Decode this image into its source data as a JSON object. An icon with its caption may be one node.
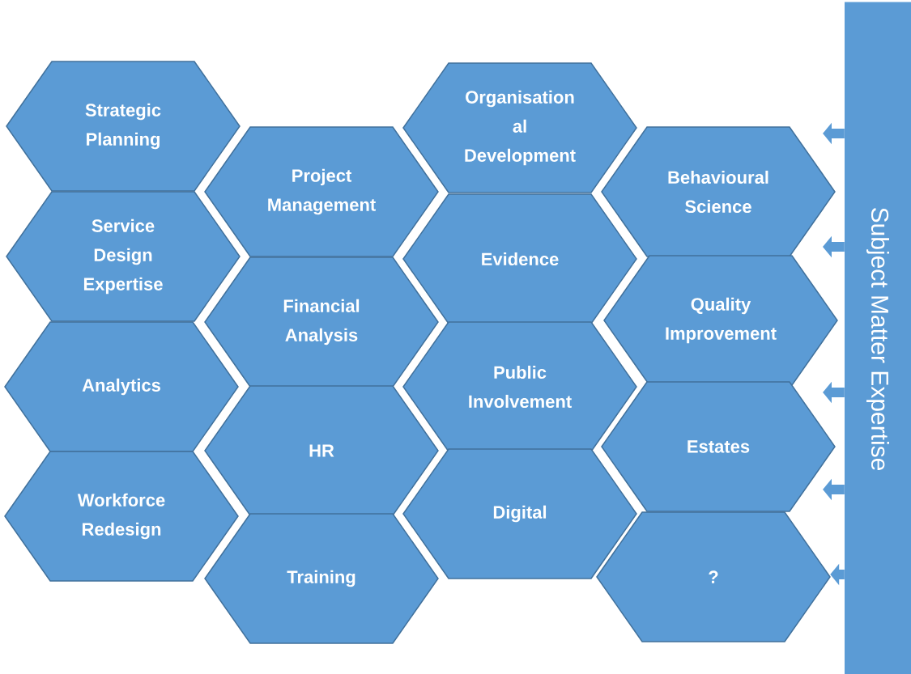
{
  "diagram": {
    "nodes": [
      {
        "text": [
          "Strategic Planning"
        ]
      },
      {
        "text": [
          "Service Design Expertise"
        ]
      },
      {
        "text": [
          "Analytics"
        ]
      },
      {
        "text": [
          "Workforce Redesign"
        ]
      },
      {
        "text": [
          "Project Management"
        ]
      },
      {
        "text": [
          "Financial Analysis"
        ]
      },
      {
        "text": [
          "HR"
        ]
      },
      {
        "text": [
          "Training"
        ]
      },
      {
        "text": [
          "Organisation al Development"
        ]
      },
      {
        "text": [
          "Evidence"
        ]
      },
      {
        "text": [
          "Public Involvement"
        ]
      },
      {
        "text": [
          "Digital"
        ]
      },
      {
        "text": [
          "Behavioural Science"
        ]
      },
      {
        "text": [
          "Quality Improvement"
        ]
      },
      {
        "text": [
          "Estates"
        ]
      },
      {
        "text": [
          "?"
        ]
      },
      {
        "text": [
          "Subject Matter Expertise"
        ]
      }
    ],
    "edges": [
      {
        "from": 16,
        "to": null,
        "arrow": "to"
      },
      {
        "from": 16,
        "to": null,
        "arrow": "to"
      },
      {
        "from": 16,
        "to": null,
        "arrow": "to"
      },
      {
        "from": 16,
        "to": null,
        "arrow": "to"
      },
      {
        "from": 16,
        "to": 15,
        "arrow": "to"
      }
    ]
  }
}
